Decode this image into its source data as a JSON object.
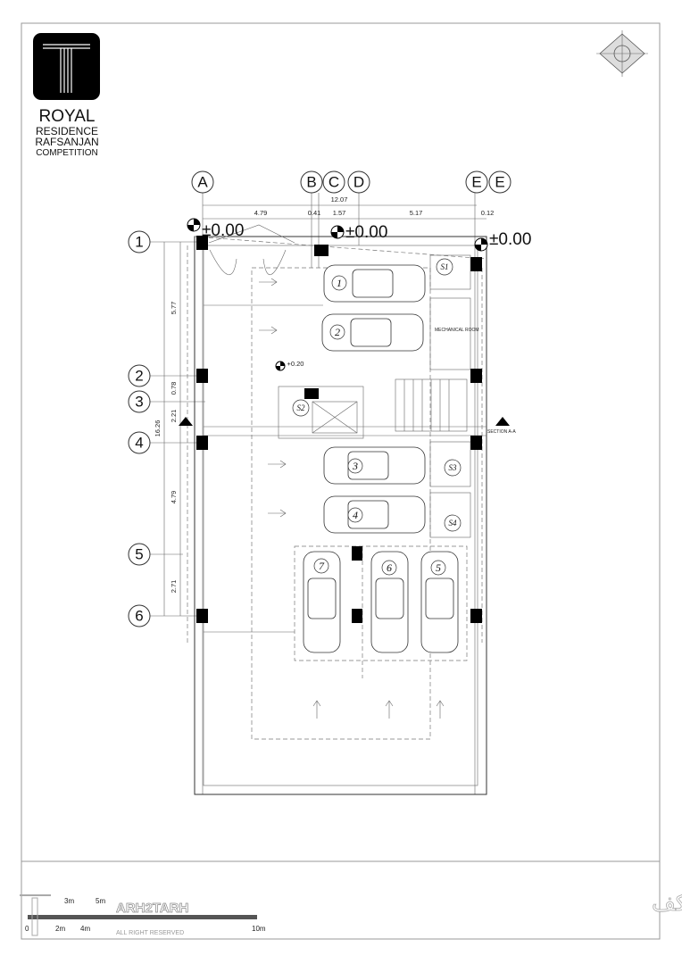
{
  "brand": {
    "logo_letter": "T",
    "line1": "ROYAL",
    "line2": "RESIDENCE",
    "line3": "RAFSANJAN",
    "line4": "COMPETITION"
  },
  "grid": {
    "columns": [
      "A",
      "B",
      "C",
      "D",
      "E",
      "E"
    ],
    "rows": [
      "1",
      "2",
      "3",
      "4",
      "5",
      "6"
    ]
  },
  "dimensions": {
    "top_total": "12.07",
    "top": [
      "4.79",
      "0.41",
      "1.57",
      "5.17",
      "0.12"
    ],
    "left_total": "16.26",
    "left": [
      "5.77",
      "0.78",
      "2.21",
      "4.79",
      "2.71"
    ]
  },
  "levels": {
    "entry_left": "±0.00",
    "entry_mid": "±0.00",
    "entry_right": "±0.00",
    "lobby": "+0.20"
  },
  "rooms": {
    "mechanical": "MECHANICAL ROOM",
    "section": "SECTION A-A",
    "storages": [
      "S1",
      "S2",
      "S3",
      "S4"
    ]
  },
  "cars": [
    "1",
    "2",
    "3",
    "4",
    "7",
    "6",
    "5"
  ],
  "title_fa": "پلان طبقه همکف",
  "scale_bar": {
    "labels": [
      "0",
      "2m",
      "3m",
      "4m",
      "5m",
      "10m"
    ]
  },
  "watermark": {
    "name": "ARH2TARH",
    "rights": "ALL RIGHT RESERVED"
  }
}
